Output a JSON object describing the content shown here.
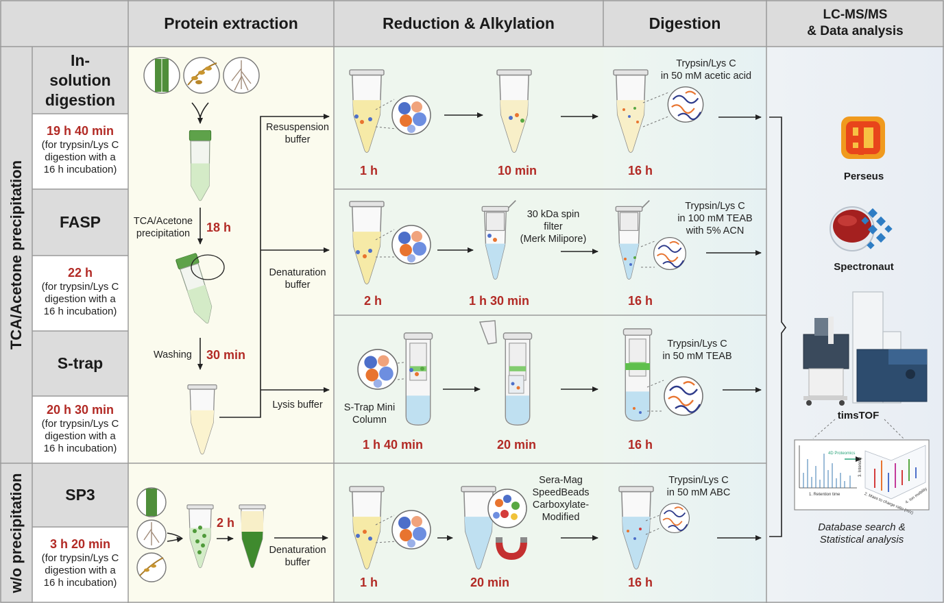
{
  "headers": {
    "protein_extraction": "Protein extraction",
    "reduction_alkylation": "Reduction & Alkylation",
    "digestion": "Digestion",
    "lcms": [
      "LC-MS/MS",
      "& Data analysis"
    ]
  },
  "side_labels": {
    "tca": "TCA/Acetone precipitation",
    "wo": "w/o precipitation"
  },
  "methods": {
    "insolution": {
      "name": [
        "In-",
        "solution",
        "digestion"
      ],
      "time": "19 h 40 min",
      "note": [
        "(for trypsin/Lys C",
        "digestion with a",
        "16 h incubation)"
      ]
    },
    "fasp": {
      "name": "FASP",
      "time": "22 h",
      "note": [
        "(for trypsin/Lys C",
        "digestion with a",
        "16 h incubation)"
      ]
    },
    "strap": {
      "name": "S-trap",
      "time": "20 h 30 min",
      "note": [
        "(for trypsin/Lys C",
        "digestion with a",
        "16 h incubation)"
      ]
    },
    "sp3": {
      "name": "SP3",
      "time": "3 h 20 min",
      "note": [
        "(for trypsin/Lys C",
        "digestion with a",
        "16 h incubation)"
      ]
    }
  },
  "extraction": {
    "tca_label": [
      "TCA/Acetone",
      "precipitation"
    ],
    "tca_time": "18 h",
    "wash_label": "Washing",
    "wash_time": "30 min",
    "sp3_time": "2 h"
  },
  "buffers": {
    "resuspension": [
      "Resuspension",
      "buffer"
    ],
    "denaturation": [
      "Denaturation",
      "buffer"
    ],
    "lysis": "Lysis buffer",
    "sp3_denaturation": [
      "Denaturation",
      "buffer"
    ]
  },
  "reduction": {
    "row1": {
      "t1": "1 h",
      "t2": "10 min"
    },
    "row2": {
      "t1": "2 h",
      "t2": "1 h 30 min",
      "filter": [
        "30 kDa spin",
        "filter",
        "(Merk Milipore)"
      ]
    },
    "row3": {
      "t1": "1 h 40 min",
      "t2": "20 min",
      "column": [
        "S-Trap Mini",
        "Column"
      ]
    },
    "row4": {
      "t1": "1 h",
      "t2": "20 min",
      "beads": [
        "Sera-Mag",
        "SpeedBeads",
        "Carboxylate-",
        "Modified"
      ]
    }
  },
  "digestion": {
    "row1": {
      "enzyme": [
        "Trypsin/Lys C",
        "in 50 mM acetic acid"
      ],
      "time": "16 h"
    },
    "row2": {
      "enzyme": [
        "Trypsin/Lys C",
        "in 100 mM TEAB",
        "with 5% ACN"
      ],
      "time": "16 h"
    },
    "row3": {
      "enzyme": [
        "Trypsin/Lys C",
        "in 50 mM TEAB"
      ],
      "time": "16 h"
    },
    "row4": {
      "enzyme": [
        "Trypsin/Lys C",
        "in 50 mM ABC"
      ],
      "time": "16 h"
    }
  },
  "software": {
    "perseus": "Perseus",
    "spectronaut": "Spectronaut",
    "instrument": "timsTOF",
    "analysis": [
      "Database search &",
      "Statistical analysis"
    ]
  },
  "mini_chart": {
    "title": "4D Proteomics",
    "x1": "1. Retention time",
    "x2": "2. Mass to charge ratio (m/z)",
    "y": "3. Intensity",
    "z": "4. Ion mobility"
  },
  "colors": {
    "header_bg": "#dcdcdc",
    "time_red": "#b22a25",
    "extraction_bg": "#fbfbee",
    "reduction_bg": "#eef6ee",
    "digestion_bg": "#eaf4f4",
    "analysis_bg": "#eef2f7",
    "tube_green": "#58a843",
    "tube_blue": "#bfe0f1"
  }
}
